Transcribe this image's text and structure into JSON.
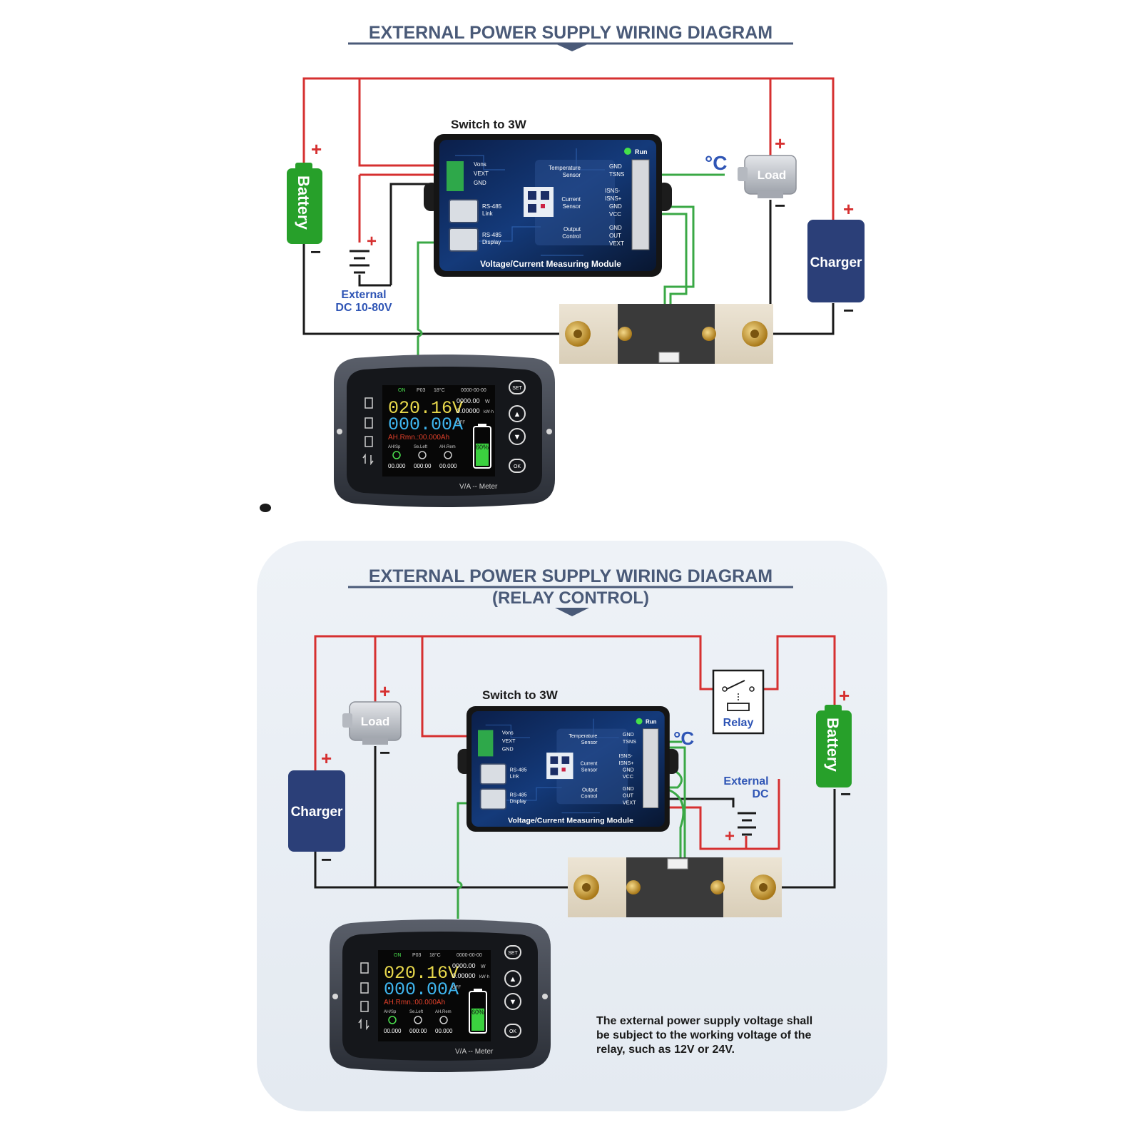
{
  "top": {
    "title": "EXTERNAL POWER SUPPLY WIRING DIAGRAM",
    "switch_label": "Switch to 3W",
    "battery_label": "Battery",
    "charger_label": "Charger",
    "load_label": "Load",
    "temp_symbol": "°C",
    "ext_dc_line1": "External",
    "ext_dc_line2": "DC 10-80V",
    "plus": "+",
    "minus": "−"
  },
  "bottom": {
    "title": "EXTERNAL POWER SUPPLY WIRING DIAGRAM",
    "subtitle": "(RELAY CONTROL)",
    "switch_label": "Switch to 3W",
    "battery_label": "Battery",
    "charger_label": "Charger",
    "load_label": "Load",
    "relay_label": "Relay",
    "temp_symbol": "°C",
    "ext_dc_line1": "External",
    "ext_dc_line2": "DC",
    "note": [
      "The external power supply voltage shall",
      "be subject to the working voltage of the",
      "relay, such as 12V or 24V."
    ]
  },
  "module": {
    "name": "Voltage/Current Measuring Module",
    "run": "Run",
    "left_pins": [
      "Vons",
      "VEXT",
      "GND"
    ],
    "port1": [
      "RS-485",
      "Link"
    ],
    "port2": [
      "RS-485",
      "Display"
    ],
    "temp_group": [
      "Temperature",
      "Sensor"
    ],
    "temp_pins": [
      "GND",
      "TSNS"
    ],
    "current_group": [
      "Current",
      "Sensor"
    ],
    "current_pins": [
      "ISNS-",
      "ISNS+",
      "GND",
      "VCC"
    ],
    "output_group": [
      "Output",
      "Control"
    ],
    "output_pins": [
      "GND",
      "OUT",
      "VEXT"
    ]
  },
  "meter": {
    "voltage": "020.16V",
    "current": "000.00A",
    "power": "0000.00",
    "power_unit": "W",
    "energy": "0.00000",
    "energy_unit": "kW·h",
    "ah_remain": "AH.Rmn.:00.000Ah",
    "ah_remain_bottom": "AH.Rmn.:00.000Ah",
    "soc": "60%",
    "direction": "OFF",
    "stats": [
      "00.000",
      "000:00",
      "00.000"
    ],
    "stat_labels": [
      "AH/Sp",
      "Se.Left",
      "AH.Rem"
    ],
    "status_tags": [
      "ON",
      "P03",
      "18°C",
      "0000-00-00"
    ],
    "buttons": [
      "SET",
      "▲",
      "▼",
      "OK"
    ],
    "brand": "V/A -- Meter"
  },
  "colors": {
    "title": "#4a5a78",
    "wire_red": "#d63030",
    "wire_black": "#1a1a1a",
    "wire_green": "#3aa845",
    "battery": "#27a02a",
    "charger": "#2b3f78",
    "label_blue": "#2f55b5",
    "panel_bg": "#e9eef4"
  }
}
